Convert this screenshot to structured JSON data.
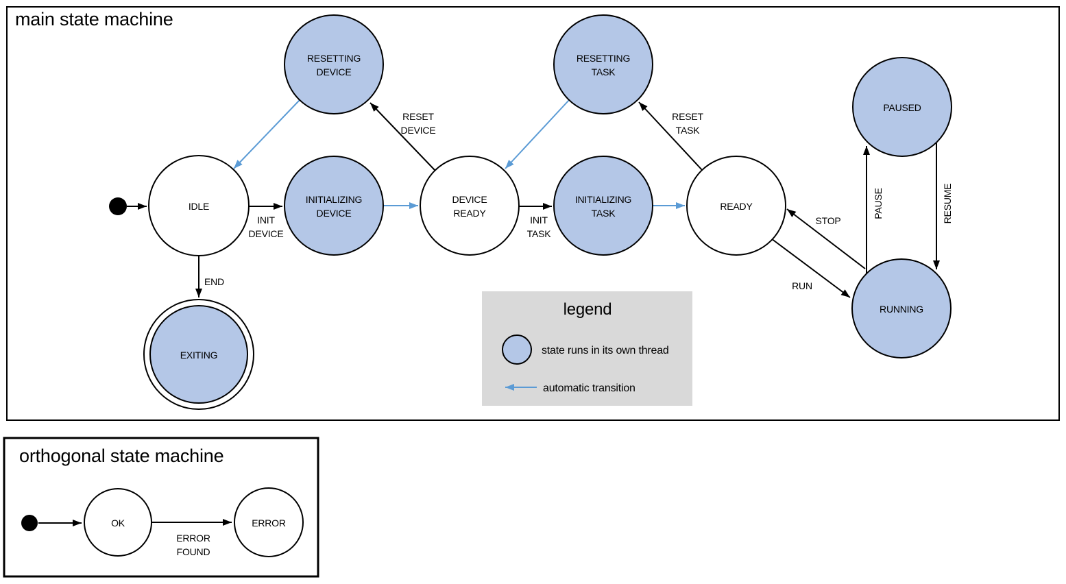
{
  "main_machine": {
    "title": "main state machine",
    "states": {
      "idle": {
        "label": "IDLE"
      },
      "initializing_device": {
        "line1": "INITIALIZING",
        "line2": "DEVICE"
      },
      "device_ready": {
        "line1": "DEVICE",
        "line2": "READY"
      },
      "initializing_task": {
        "line1": "INITIALIZING",
        "line2": "TASK"
      },
      "ready": {
        "label": "READY"
      },
      "resetting_device": {
        "line1": "RESETTING",
        "line2": "DEVICE"
      },
      "resetting_task": {
        "line1": "RESETTING",
        "line2": "TASK"
      },
      "paused": {
        "label": "PAUSED"
      },
      "running": {
        "label": "RUNNING"
      },
      "exiting": {
        "label": "EXITING"
      }
    },
    "transitions": {
      "init_device": {
        "line1": "INIT",
        "line2": "DEVICE"
      },
      "init_task": {
        "line1": "INIT",
        "line2": "TASK"
      },
      "reset_device": {
        "line1": "RESET",
        "line2": "DEVICE"
      },
      "reset_task": {
        "line1": "RESET",
        "line2": "TASK"
      },
      "end": {
        "label": "END"
      },
      "run": {
        "label": "RUN"
      },
      "stop": {
        "label": "STOP"
      },
      "pause": {
        "label": "PAUSE"
      },
      "resume": {
        "label": "RESUME"
      }
    }
  },
  "legend": {
    "title": "legend",
    "thread_item": "state runs in its own thread",
    "auto_item": "automatic transition"
  },
  "orthogonal_machine": {
    "title": "orthogonal state machine",
    "states": {
      "ok": {
        "label": "OK"
      },
      "error": {
        "label": "ERROR"
      }
    },
    "transitions": {
      "error_found": {
        "line1": "ERROR",
        "line2": "FOUND"
      }
    }
  },
  "colors": {
    "threaded_state_fill": "#b4c7e7",
    "state_stroke": "#000000",
    "auto_transition": "#5b9bd5",
    "legend_bg": "#d9d9d9",
    "background": "#ffffff"
  }
}
